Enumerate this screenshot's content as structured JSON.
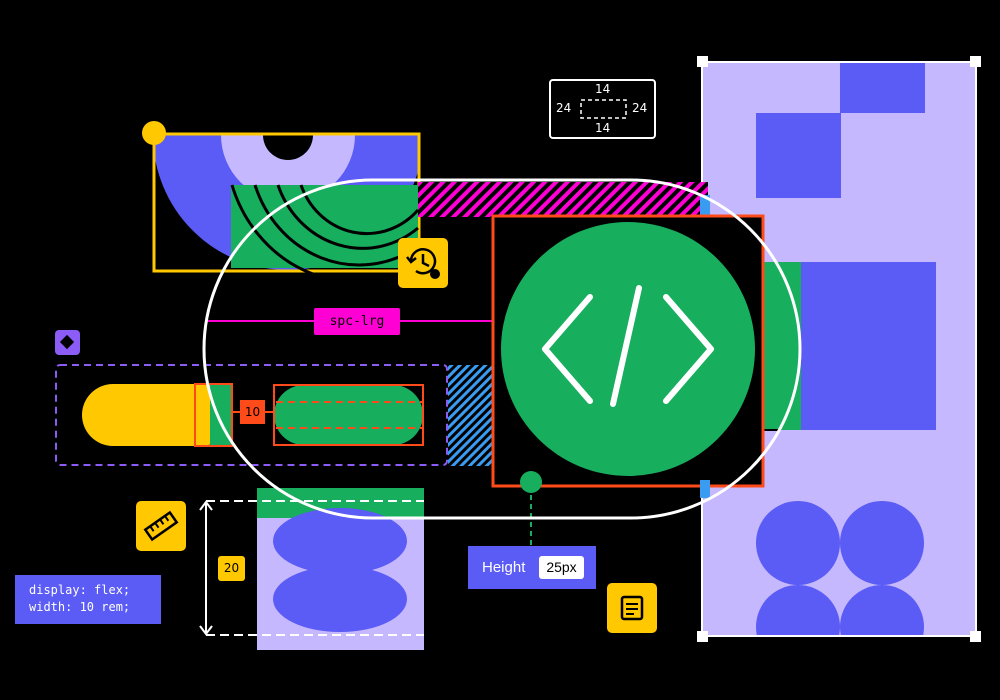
{
  "spacing": {
    "top": "14",
    "bottom": "14",
    "left": "24",
    "right": "24"
  },
  "labels": {
    "spacing_token": "spc-lrg",
    "gap_value": "10",
    "height_measure": "20"
  },
  "code_snippet": {
    "line1": "display: flex;",
    "line2": "width: 10 rem;"
  },
  "height_inspector": {
    "label": "Height",
    "value": "25px"
  },
  "icons": [
    "diamond-component-icon",
    "history-clock-icon",
    "ruler-icon",
    "document-notes-icon",
    "code-brackets-icon"
  ],
  "colors": {
    "background": "#000000",
    "blue": "#5b5bf5",
    "lavender": "#c5b8ff",
    "green": "#17ae5e",
    "yellow": "#ffc800",
    "magenta": "#ff00d4",
    "orange_red": "#ff4a1a",
    "sky_blue": "#3a9cf0",
    "purple_accent": "#8b5cf6"
  }
}
